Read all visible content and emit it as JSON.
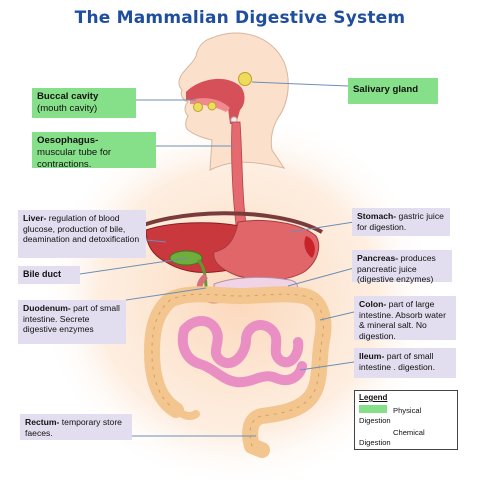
{
  "title": "The Mammalian Digestive System",
  "labels": {
    "buccal_name": "Buccal cavity",
    "buccal_desc": "(mouth cavity)",
    "oesophagus_name": "Oesophagus-",
    "oesophagus_desc": "muscular tube for contractions.",
    "salivary_name": "Salivary gland",
    "liver_name": "Liver-",
    "liver_desc": " regulation of blood glucose, production of bile, deamination and detoxification",
    "bile_duct_name": "Bile duct",
    "duodenum_name": "Duodenum-",
    "duodenum_desc": " part of small intestine. Secrete digestive enzymes",
    "rectum_name": "Rectum-",
    "rectum_desc": " temporary store faeces.",
    "stomach_name": "Stomach-",
    "stomach_desc": " gastric juice for digestion.",
    "pancreas_name": "Pancreas-",
    "pancreas_desc": " produces pancreatic juice (digestive enzymes)",
    "colon_name": "Colon-",
    "colon_desc": " part of large intestine. Absorb water & mineral salt. No digestion.",
    "ileum_name": "Ileum-",
    "ileum_desc": " part of small intestine . digestion."
  },
  "legend": {
    "title": "Legend",
    "physical_a": "Physical",
    "physical_b": "Digestion",
    "chemical_a": "Chemical",
    "chemical_b": "Digestion"
  },
  "colors": {
    "title": "#1f4e9c",
    "physical_digestion": "#86e089",
    "chemical_digestion": "#e3deef",
    "liver": "#c9383c",
    "stomach": "#e0666a",
    "intestine": "#f3c58f",
    "ileum": "#e98fc3",
    "body_skin": "#fbe3cf"
  }
}
